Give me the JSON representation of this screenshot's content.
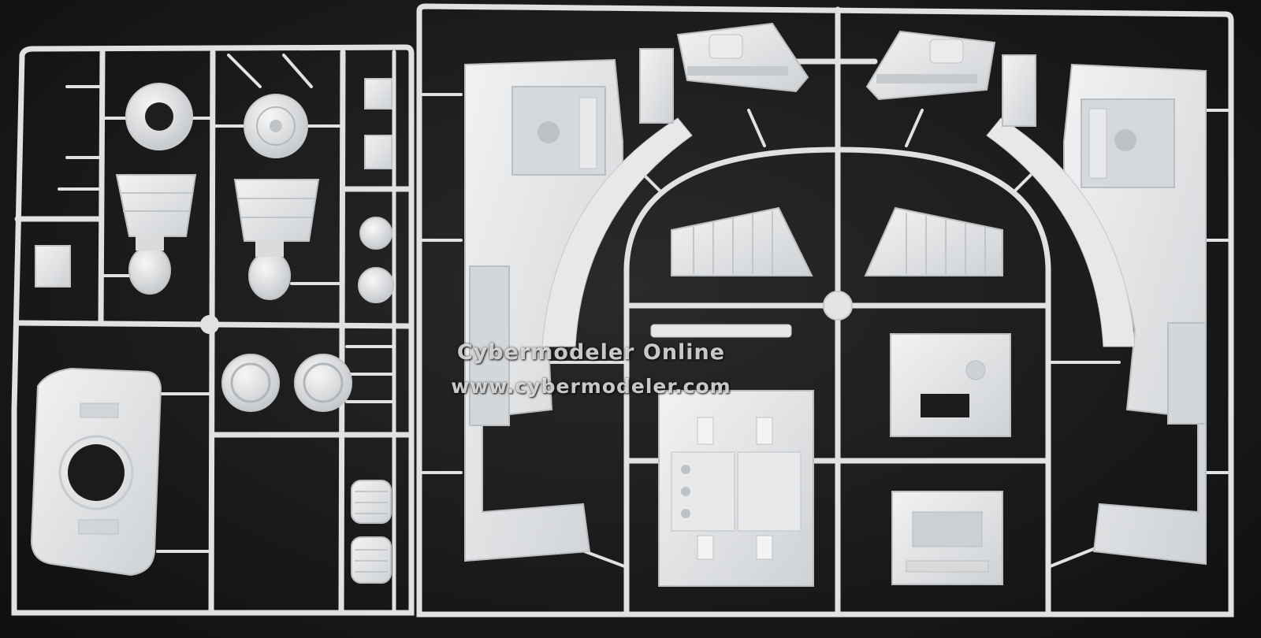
{
  "photo": {
    "subject": "model kit sprues",
    "colors": {
      "background": "#1c1c1c",
      "plastic": "#e2e4e6",
      "plastic_shadow": "#b9bcbf",
      "plastic_highlight": "#f3f4f5"
    }
  },
  "watermark": {
    "line1": "Cybermodeler Online",
    "line2": "www.cybermodeler.com"
  }
}
